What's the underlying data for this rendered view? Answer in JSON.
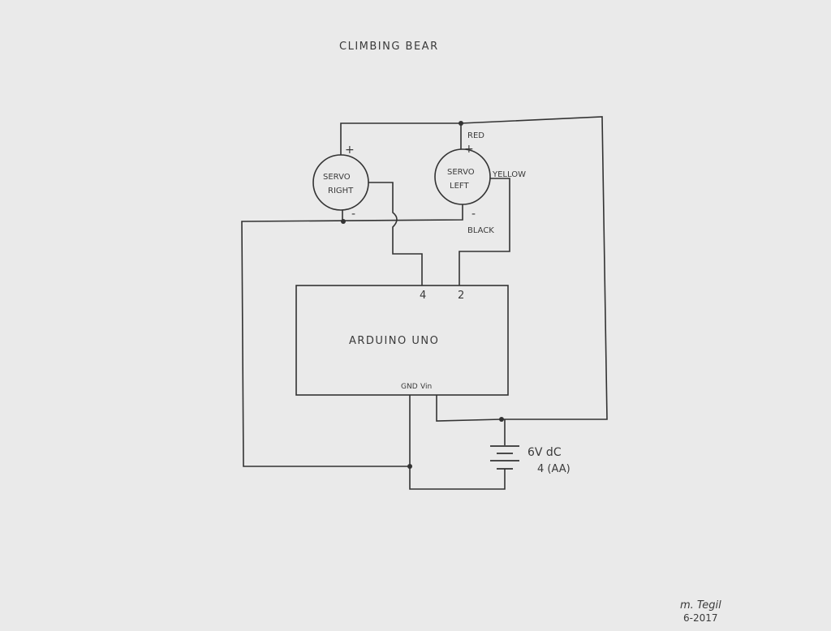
{
  "title": "CLIMBING BEAR",
  "servos": {
    "right": {
      "line1": "SERVO",
      "line2": "RIGHT",
      "plus": "+",
      "minus": "-"
    },
    "left": {
      "line1": "SERVO",
      "line2": "LEFT",
      "plus": "+",
      "minus": "-",
      "power_wire": "RED",
      "signal_wire": "YELLOW",
      "ground_wire": "BLACK"
    }
  },
  "arduino": {
    "label": "ARDUINO  UNO",
    "pin_a": "4",
    "pin_b": "2",
    "gnd": "GND",
    "vin": "Vin"
  },
  "battery": {
    "voltage": "6V dC",
    "cells": "4 (AA)"
  },
  "signature": {
    "name": "m. Tegil",
    "date": "6-2017"
  }
}
